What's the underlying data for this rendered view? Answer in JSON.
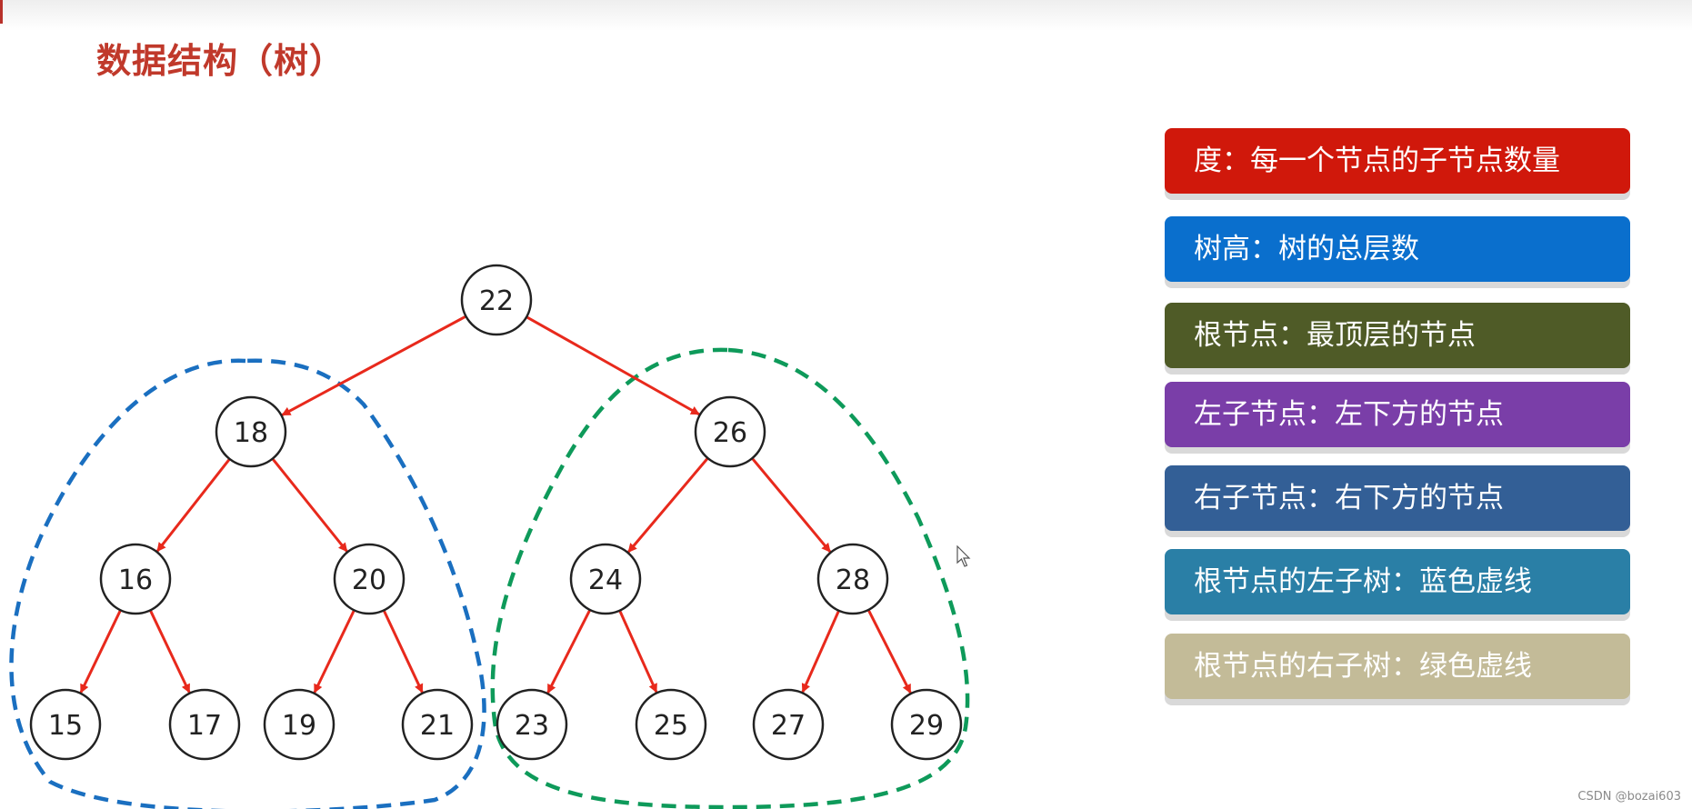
{
  "title": "数据结构（树）",
  "tree": {
    "nodes": [
      {
        "id": "n22",
        "label": "22"
      },
      {
        "id": "n18",
        "label": "18"
      },
      {
        "id": "n26",
        "label": "26"
      },
      {
        "id": "n16",
        "label": "16"
      },
      {
        "id": "n20",
        "label": "20"
      },
      {
        "id": "n24",
        "label": "24"
      },
      {
        "id": "n28",
        "label": "28"
      },
      {
        "id": "n15",
        "label": "15"
      },
      {
        "id": "n17",
        "label": "17"
      },
      {
        "id": "n19",
        "label": "19"
      },
      {
        "id": "n21",
        "label": "21"
      },
      {
        "id": "n23",
        "label": "23"
      },
      {
        "id": "n25",
        "label": "25"
      },
      {
        "id": "n27",
        "label": "27"
      },
      {
        "id": "n29",
        "label": "29"
      }
    ],
    "edges": [
      [
        "n22",
        "n18"
      ],
      [
        "n22",
        "n26"
      ],
      [
        "n18",
        "n16"
      ],
      [
        "n18",
        "n20"
      ],
      [
        "n26",
        "n24"
      ],
      [
        "n26",
        "n28"
      ],
      [
        "n16",
        "n15"
      ],
      [
        "n16",
        "n17"
      ],
      [
        "n20",
        "n19"
      ],
      [
        "n20",
        "n21"
      ],
      [
        "n24",
        "n23"
      ],
      [
        "n24",
        "n25"
      ],
      [
        "n28",
        "n27"
      ],
      [
        "n28",
        "n29"
      ]
    ],
    "edge_color": "#e8291c",
    "left_subtree_outline_color": "#1a6fc0",
    "right_subtree_outline_color": "#0e9a5a"
  },
  "legend": [
    {
      "text": "度：每一个节点的子节点数量",
      "color": "#d0180b"
    },
    {
      "text": "树高：树的总层数",
      "color": "#0a6fcd"
    },
    {
      "text": "根节点：最顶层的节点",
      "color": "#4f5b27"
    },
    {
      "text": "左子节点：左下方的节点",
      "color": "#7a3ea8"
    },
    {
      "text": "右子节点：右下方的节点",
      "color": "#335f96"
    },
    {
      "text": "根节点的左子树：蓝色虚线",
      "color": "#2a7fa6"
    },
    {
      "text": "根节点的右子树：绿色虚线",
      "color": "#c3bb98"
    }
  ],
  "watermark": "CSDN @bozai603"
}
